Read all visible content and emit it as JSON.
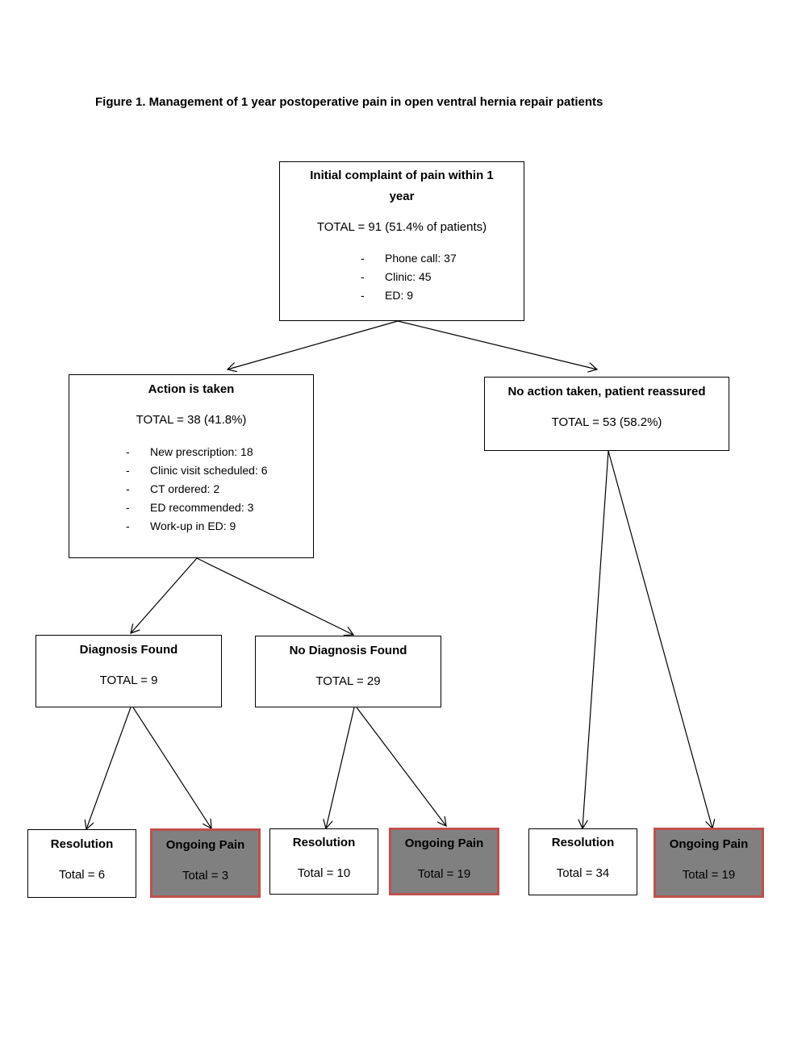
{
  "caption": "Figure 1.  Management of 1 year postoperative pain in open ventral hernia repair patients",
  "root": {
    "title": "Initial complaint of pain within 1 year",
    "total": "TOTAL = 91 (51.4% of patients)",
    "items": [
      "Phone call:  37",
      "Clinic:  45",
      "ED:  9"
    ]
  },
  "action": {
    "title": "Action is taken",
    "total": "TOTAL = 38 (41.8%)",
    "items": [
      "New prescription: 18",
      "Clinic visit scheduled:  6",
      "CT ordered:  2",
      "ED recommended: 3",
      "Work-up in ED: 9"
    ]
  },
  "noaction": {
    "title": "No action taken, patient reassured",
    "total": "TOTAL = 53 (58.2%)"
  },
  "diag": {
    "title": "Diagnosis Found",
    "total": "TOTAL = 9"
  },
  "nodiag": {
    "title": "No Diagnosis Found",
    "total": "TOTAL = 29"
  },
  "leaves": [
    {
      "title": "Resolution",
      "total": "Total = 6",
      "type": "resolution"
    },
    {
      "title": "Ongoing Pain",
      "total": "Total = 3",
      "type": "ongoing"
    },
    {
      "title": "Resolution",
      "total": "Total = 10",
      "type": "resolution"
    },
    {
      "title": "Ongoing Pain",
      "total": "Total = 19",
      "type": "ongoing"
    },
    {
      "title": "Resolution",
      "total": "Total = 34",
      "type": "resolution"
    },
    {
      "title": "Ongoing Pain",
      "total": "Total = 19",
      "type": "ongoing"
    }
  ]
}
